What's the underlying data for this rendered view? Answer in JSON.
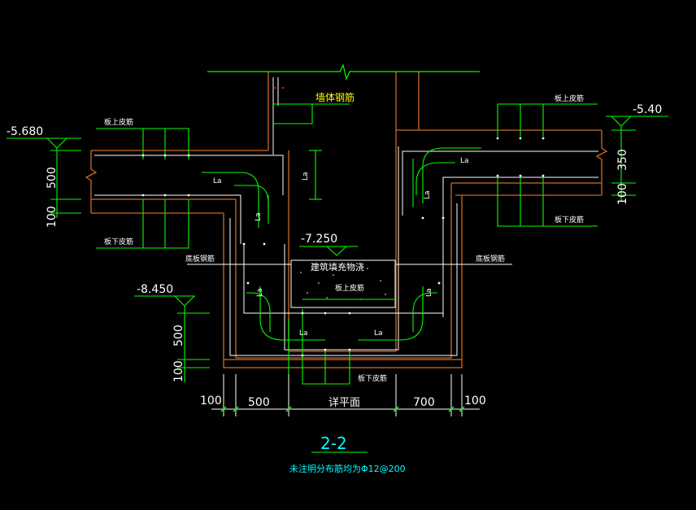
{
  "colors": {
    "background": "#000000",
    "wall": "#d2691e",
    "rebar": "#ffffff",
    "green": "#00ff00",
    "dimension": "#ffffff",
    "highlight_label": "#ffff00",
    "title": "#00ffff"
  },
  "elevations": {
    "left_top": "-5.680",
    "right_top": "-5.40",
    "pit_top": "-7.250",
    "pit_bottom": "-8.450"
  },
  "labels": {
    "wall_rebar": "墙体钢筋",
    "slab_top_rebar": "板上皮筋",
    "slab_bottom_rebar": "板下皮筋",
    "base_rebar": "底板钢筋",
    "fill_concrete": "建筑填充物浇",
    "lap": "La"
  },
  "dimensions": {
    "left_500": "500",
    "left_100": "100",
    "right_350": "350",
    "right_100": "100",
    "pit_500": "500",
    "pit_100": "100",
    "bottom_100a": "100",
    "bottom_500": "500",
    "bottom_detail": "详平面",
    "bottom_700": "700",
    "bottom_100b": "100"
  },
  "title": {
    "section": "2-2",
    "note": "未注明分布筋均为Φ12@200"
  }
}
